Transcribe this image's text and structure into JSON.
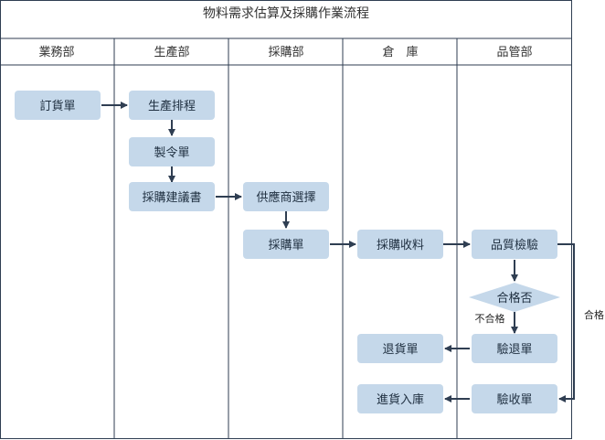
{
  "diagram": {
    "title": "物料需求估算及採購作業流程",
    "lanes": [
      {
        "id": "sales",
        "label": "業務部"
      },
      {
        "id": "production",
        "label": "生產部"
      },
      {
        "id": "purchasing",
        "label": "採購部"
      },
      {
        "id": "warehouse",
        "label": "倉　庫"
      },
      {
        "id": "qc",
        "label": "品管部"
      }
    ],
    "nodes": [
      {
        "id": "order",
        "label": "訂貨單",
        "shape": "rect"
      },
      {
        "id": "schedule",
        "label": "生產排程",
        "shape": "rect"
      },
      {
        "id": "work_order",
        "label": "製令單",
        "shape": "rect"
      },
      {
        "id": "purchase_proposal",
        "label": "採購建議書",
        "shape": "rect"
      },
      {
        "id": "supplier_select",
        "label": "供應商選擇",
        "shape": "rect"
      },
      {
        "id": "purchase_order",
        "label": "採購單",
        "shape": "rect"
      },
      {
        "id": "receiving",
        "label": "採購收料",
        "shape": "rect"
      },
      {
        "id": "inspection",
        "label": "品質檢驗",
        "shape": "rect"
      },
      {
        "id": "pass_check",
        "label": "合格否",
        "shape": "diamond"
      },
      {
        "id": "reject_slip",
        "label": "驗退單",
        "shape": "rect"
      },
      {
        "id": "return_slip",
        "label": "退貨單",
        "shape": "rect"
      },
      {
        "id": "accept_slip",
        "label": "驗收單",
        "shape": "rect"
      },
      {
        "id": "stock_in",
        "label": "進貨入庫",
        "shape": "rect"
      }
    ],
    "edges": [
      {
        "from": "order",
        "to": "schedule",
        "label": ""
      },
      {
        "from": "schedule",
        "to": "work_order",
        "label": ""
      },
      {
        "from": "work_order",
        "to": "purchase_proposal",
        "label": ""
      },
      {
        "from": "purchase_proposal",
        "to": "supplier_select",
        "label": ""
      },
      {
        "from": "supplier_select",
        "to": "purchase_order",
        "label": ""
      },
      {
        "from": "purchase_order",
        "to": "receiving",
        "label": ""
      },
      {
        "from": "receiving",
        "to": "inspection",
        "label": ""
      },
      {
        "from": "inspection",
        "to": "pass_check",
        "label": ""
      },
      {
        "from": "pass_check",
        "to": "reject_slip",
        "label": "不合格"
      },
      {
        "from": "reject_slip",
        "to": "return_slip",
        "label": ""
      },
      {
        "from": "inspection",
        "to": "accept_slip",
        "label": "合格"
      },
      {
        "from": "accept_slip",
        "to": "stock_in",
        "label": ""
      }
    ],
    "colors": {
      "node_fill": "#c5d8ea",
      "border": "#2f3e52",
      "arrow": "#2f3e52"
    }
  }
}
